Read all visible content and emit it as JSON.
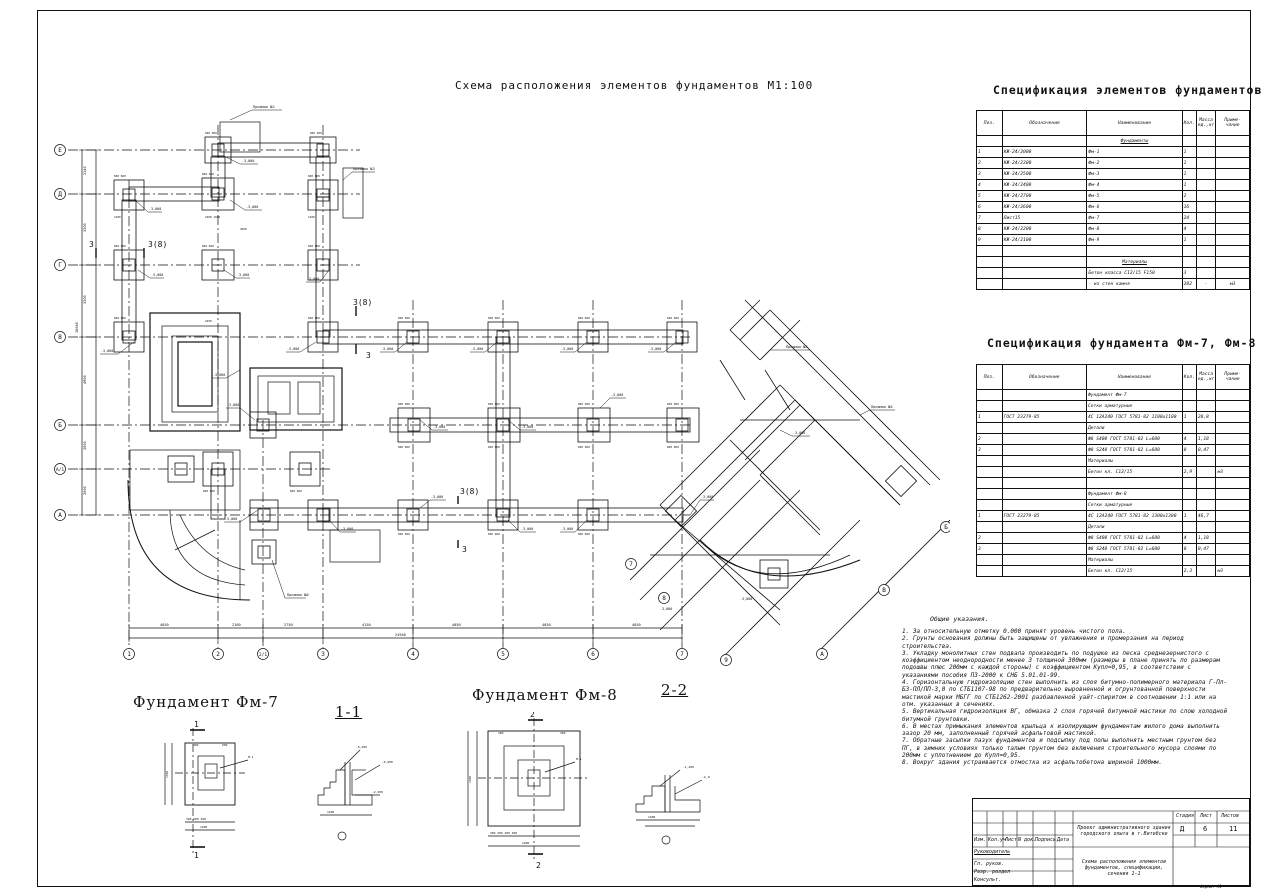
{
  "plan": {
    "title": "Схема расположения элементов фундаментов  М1:100",
    "axes_left": [
      "Е",
      "Д",
      "Г",
      "В",
      "Б",
      "А/1",
      "А"
    ],
    "axes_bottom": [
      "1",
      "2",
      "2/1",
      "3",
      "4",
      "5",
      "6",
      "7"
    ],
    "axes_diag": [
      "7",
      "8",
      "9",
      "А",
      "Б",
      "В"
    ],
    "section_marks": [
      "3",
      "3(8)",
      "3(8)",
      "3(8)"
    ],
    "callout_labels": [
      "Приямок №2",
      "Приямок №3",
      "Приямок №4",
      "Приямок №5",
      "Приямок №6"
    ]
  },
  "spec1": {
    "title": "Спецификация элементов фундаментов",
    "headers": [
      "Поз.",
      "Обозначение",
      "Наименование",
      "Кол.",
      "Масса ед.,кг",
      "Приме- чание"
    ],
    "group_title": "Фундаменты",
    "rows": [
      {
        "pos": "1",
        "code": "КЖ-24/2000",
        "name": "Фм-1",
        "qty": "1",
        "mass": "",
        "note": ""
      },
      {
        "pos": "2",
        "code": "КЖ-24/2300",
        "name": "Фм-2",
        "qty": "1",
        "mass": "",
        "note": ""
      },
      {
        "pos": "3",
        "code": "КЖ-24/2500",
        "name": "Фм-3",
        "qty": "1",
        "mass": "",
        "note": ""
      },
      {
        "pos": "4",
        "code": "КЖ-24/2400",
        "name": "Фм-4",
        "qty": "1",
        "mass": "",
        "note": ""
      },
      {
        "pos": "5",
        "code": "КЖ-24/2700",
        "name": "Фм-5",
        "qty": "2",
        "mass": "",
        "note": ""
      },
      {
        "pos": "6",
        "code": "КЖ-24/2600",
        "name": "Фм-6",
        "qty": "16",
        "mass": "",
        "note": ""
      },
      {
        "pos": "7",
        "code": "Лист15",
        "name": "Фм-7",
        "qty": "24",
        "mass": "",
        "note": ""
      },
      {
        "pos": "8",
        "code": "КЖ-24/2200",
        "name": "Фм-8",
        "qty": "4",
        "mass": "",
        "note": ""
      },
      {
        "pos": "9",
        "code": "КЖ-24/2100",
        "name": "Фм-9",
        "qty": "1",
        "mass": "",
        "note": ""
      }
    ],
    "materials_title": "Материалы",
    "materials": [
      {
        "name": "Бетон класса С12/15 F150",
        "qty": "3",
        "mass": "",
        "note": ""
      },
      {
        "name": "- из стен камня",
        "qty": "282",
        "mass": "-",
        "note": "м3"
      }
    ]
  },
  "spec2": {
    "title": "Спецификация фундамента Фм-7, Фм-8",
    "headers": [
      "Поз.",
      "Обозначение",
      "Наименование",
      "Кол.",
      "Масса ед.,кг",
      "Приме- чание"
    ],
    "rows": [
      {
        "pos": "",
        "code": "",
        "name": "Фундамент Фм-7",
        "qty": "",
        "mass": "",
        "note": ""
      },
      {
        "pos": "",
        "code": "",
        "name": "Сетки арматурные",
        "qty": "",
        "mass": "",
        "note": ""
      },
      {
        "pos": "1",
        "code": "ГОСТ 23279-85",
        "name": "4С 12А240 ГОСТ 5781-82  1100х1100",
        "qty": "1",
        "mass": "28,8",
        "note": ""
      },
      {
        "pos": "",
        "code": "",
        "name": "Детали",
        "qty": "",
        "mass": "",
        "note": ""
      },
      {
        "pos": "2",
        "code": "",
        "name": "Ф8 S400 ГОСТ 5781-82   L=600",
        "qty": "4",
        "mass": "1,18",
        "note": ""
      },
      {
        "pos": "3",
        "code": "",
        "name": "Ф8 S240 ГОСТ 5781-82   L=600",
        "qty": "8",
        "mass": "0,47",
        "note": ""
      },
      {
        "pos": "",
        "code": "",
        "name": "Материалы",
        "qty": "",
        "mass": "",
        "note": ""
      },
      {
        "pos": "",
        "code": "",
        "name": "Бетон кл. С12/15",
        "qty": "2,9",
        "mass": "",
        "note": "м3"
      },
      {
        "pos": "",
        "code": "",
        "name": "",
        "qty": "",
        "mass": "",
        "note": ""
      },
      {
        "pos": "",
        "code": "",
        "name": "Фундамент Фм-8",
        "qty": "",
        "mass": "",
        "note": ""
      },
      {
        "pos": "",
        "code": "",
        "name": "Сетки арматурные",
        "qty": "",
        "mass": "",
        "note": ""
      },
      {
        "pos": "1",
        "code": "ГОСТ 23279-85",
        "name": "4С 12А240 ГОСТ 5781-82  1300х1300",
        "qty": "1",
        "mass": "46,7",
        "note": ""
      },
      {
        "pos": "",
        "code": "",
        "name": "Детали",
        "qty": "",
        "mass": "",
        "note": ""
      },
      {
        "pos": "2",
        "code": "",
        "name": "Ф8 S400 ГОСТ 5781-82   L=600",
        "qty": "4",
        "mass": "1,18",
        "note": ""
      },
      {
        "pos": "3",
        "code": "",
        "name": "Ф8 S240 ГОСТ 5781-82   L=600",
        "qty": "8",
        "mass": "0,47",
        "note": ""
      },
      {
        "pos": "",
        "code": "",
        "name": "Материалы",
        "qty": "",
        "mass": "",
        "note": ""
      },
      {
        "pos": "",
        "code": "",
        "name": "Бетон кл. С12/15",
        "qty": "2,3",
        "mass": "",
        "note": "м3"
      }
    ]
  },
  "notes": {
    "title": "Общие указания.",
    "items": [
      "1.  За относительную отметку 0.000 принят уровень чистого пола.",
      "2.  Грунты основания должны быть защищены от увлажнения и промерзания на период строительства.",
      "3.  Укладку монолитных стен подвала производить по подушке из песка среднезернистого с коэффициентом неоднородности менее 3 толщиной 300мм (размеры в плане принять по размерам подошвы плюс 200мм с каждой стороны) с коэффициентом Купл=0,95, в соответствии с указаниями пособия П3-2000 к СНБ 5.01.01-99.",
      "4.  Горизонтальную гидроизоляцию стен выполнить из слоя битумно-полимерного материала Г-Пл-Б3-ПЛ/ПП-3,0 по СТБ1107-98 по предварительно выровненной и огрунтованной поверхности мастикой марки МБГГ по СТБ1262-2001 разбавленной уайт-спиритом в соотношении 1:1 или на отм. указанных в сечениях.",
      "5.  Вертикальная гидроизоляция ВГ, обмазка 2 слоя горячей битумной мастики по слою холодной битумной грунтовки.",
      "6.  В местах примыкания элементов крыльца к изолирующим фундаментам жилого дома выполнить зазор 20 мм, заполненный горячей асфальтовой мастикой.",
      "7.  Обратные засыпки пазух фундаментов и подсыпку под полы выполнять местным грунтом без ПГ, в зимних условиях только талым грунтом без включения строительного мусора слоями по 200мм  с уплотнением до Купл=0,95.",
      "8.  Вокруг здания устраивается отмостка из асфальтобетона шириной 1000мм."
    ]
  },
  "details": {
    "fm7_title": "Фундамент  Фм-7",
    "fm8_title": "Фундамент  Фм-8",
    "sec11_title": "1-1",
    "sec22_title": "2-2",
    "mark_1": "1",
    "mark_2": "2"
  },
  "stamp": {
    "project": "Проект административного здания городского опыта в г.Витебске",
    "sheet_title": "Схема расположения элементов фундаментов, спецификации, сечения 1-1",
    "stage_label": "Стадия",
    "sheet_label": "Лист",
    "sheets_label": "Листов",
    "stage": "Д",
    "sheet": "6",
    "sheets": "11",
    "col_heads": [
      "Изм.",
      "Кол.уч",
      "Лист",
      "N док.",
      "Подпись",
      "Дата"
    ],
    "roles": [
      "Руководитель",
      "Гл. руков.",
      "Разр. раздел",
      "Консульт."
    ],
    "format": "Формат А1"
  }
}
